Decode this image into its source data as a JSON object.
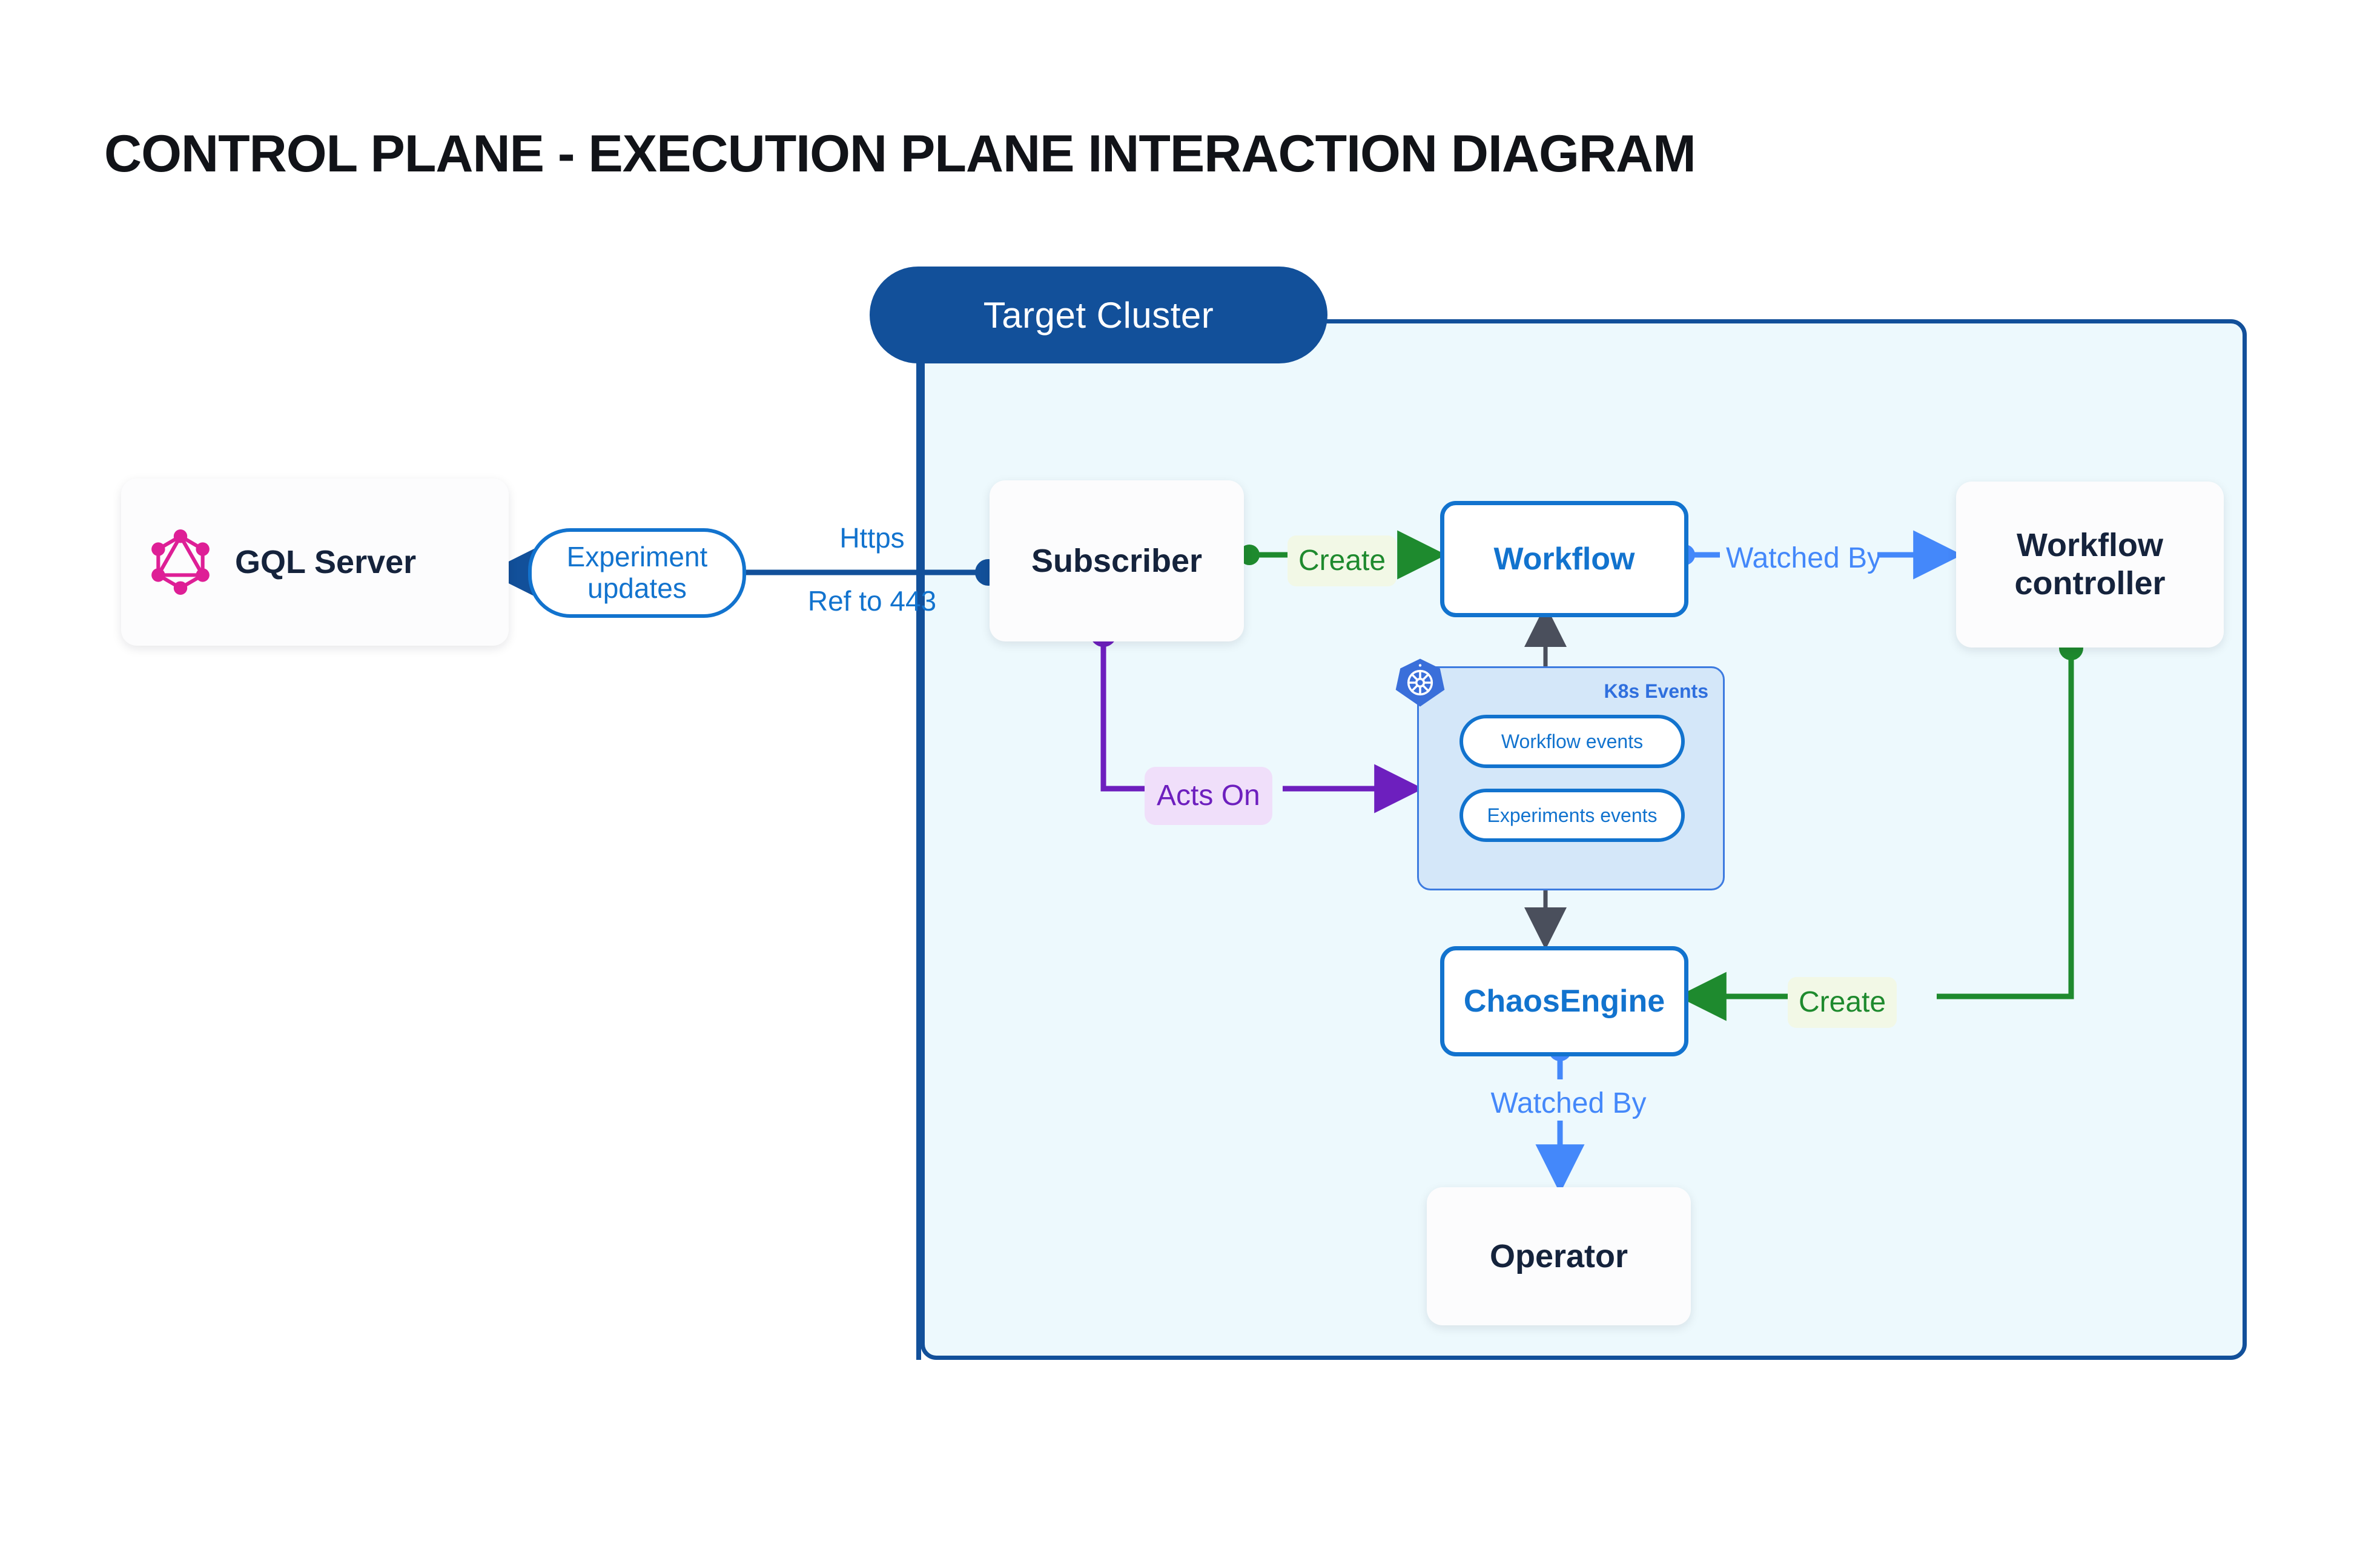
{
  "page": {
    "title": "CONTROL PLANE - EXECUTION PLANE INTERACTION DIAGRAM",
    "background": "#FFFFFF"
  },
  "cluster": {
    "badge_label": "Target Cluster",
    "badge_bg": "#12509A",
    "body_bg": "#EDF9FD",
    "border_color": "#12509A"
  },
  "nodes": {
    "gql_server": {
      "label": "GQL Server",
      "icon": "graphql-icon",
      "icon_color": "#DE1F96"
    },
    "subscriber": {
      "label": "Subscriber"
    },
    "workflow": {
      "label": "Workflow",
      "accent": "#1273CE"
    },
    "workflow_controller": {
      "label_line1": "Workflow",
      "label_line2": "controller"
    },
    "chaos_engine": {
      "label": "ChaosEngine",
      "accent": "#1273CE"
    },
    "operator": {
      "label": "Operator"
    }
  },
  "k8s_events": {
    "group_title": "K8s Events",
    "icon": "kubernetes-icon",
    "icon_color": "#3A6FDA",
    "group_bg": "#D4E7F9",
    "items": [
      {
        "label": "Workflow events"
      },
      {
        "label": "Experiments events"
      }
    ]
  },
  "edges": {
    "experiment_updates": {
      "label_line1": "Experiment",
      "label_line2": "updates",
      "color": "#1273CE"
    },
    "https": {
      "label": "Https",
      "color": "#1273CE"
    },
    "ref_to_443": {
      "label": "Ref to 443",
      "color": "#1273CE"
    },
    "subscriber_creates_workflow": {
      "label": "Create",
      "color": "#1E8A2E"
    },
    "workflow_watched_by_controller": {
      "label": "Watched By",
      "color": "#4488FA"
    },
    "subscriber_acts_on_events": {
      "label": "Acts On",
      "color": "#6D1FBE"
    },
    "controller_creates_chaosengine": {
      "label": "Create",
      "color": "#1E8A2E"
    },
    "chaosengine_watched_by_operator": {
      "label": "Watched By",
      "color": "#4488FA"
    }
  }
}
